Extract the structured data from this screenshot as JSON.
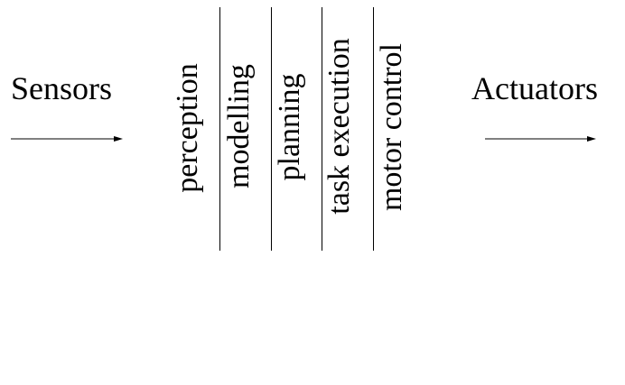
{
  "input_label": "Sensors",
  "output_label": "Actuators",
  "stages": [
    "perception",
    "modelling",
    "planning",
    "task  execution",
    "motor  control"
  ]
}
